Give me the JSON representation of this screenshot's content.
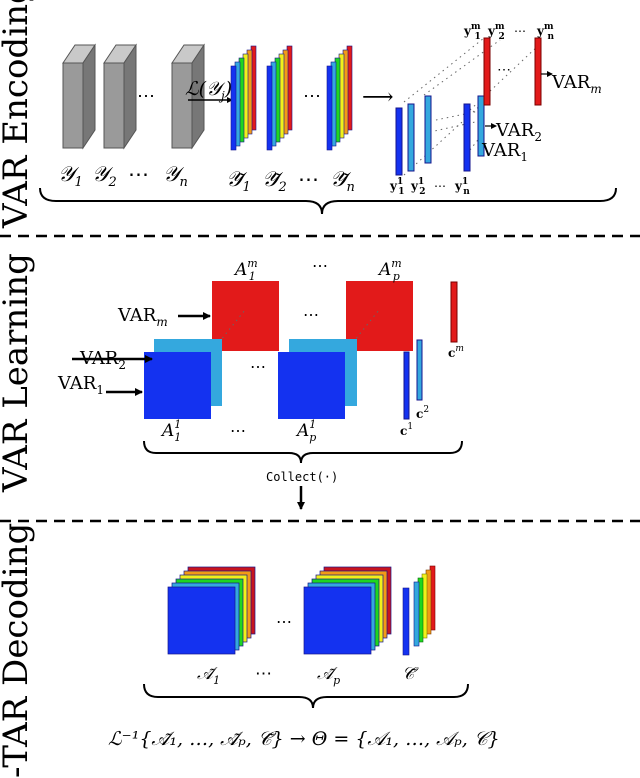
{
  "sections": {
    "encoding": "VAR Encoding",
    "learning": "VAR Learning",
    "decoding": "-TAR Decoding"
  },
  "encoding": {
    "inputs": [
      "𝒴",
      "1",
      "𝒴",
      "2",
      "⋯",
      "𝒴",
      "n"
    ],
    "ellipsis": "⋯",
    "transform": "ℒ(𝒴",
    "transform_sub": "j",
    "transform_close": ")",
    "arrow": "⟶",
    "tilde_inputs": [
      "𝒴̃",
      "1",
      "𝒴̃",
      "2",
      "⋯",
      "𝒴̃",
      "n"
    ],
    "series_top": [
      "𝐲",
      "m",
      "1",
      "𝐲",
      "m",
      "2",
      "⋯",
      "𝐲",
      "m",
      "n"
    ],
    "series_bottom": [
      "𝐲",
      "1",
      "1",
      "𝐲",
      "1",
      "2",
      "⋯",
      "𝐲",
      "1",
      "n"
    ],
    "var_labels": {
      "m_base": "VAR",
      "m_sub": "m",
      "two_base": "VAR",
      "two_sub": "2",
      "one_base": "VAR",
      "one_sub": "1"
    }
  },
  "learning": {
    "top_labels": {
      "a1m": "A",
      "a1m_sub": "1",
      "a1m_sup": "m",
      "apm": "A",
      "apm_sub": "p",
      "apm_sup": "m"
    },
    "bottom_labels": {
      "a11": "A",
      "a11_sub": "1",
      "a11_sup": "1",
      "ap1": "A",
      "ap1_sub": "p",
      "ap1_sup": "1"
    },
    "ellipsis": "⋯",
    "var_labels": {
      "m_base": "VAR",
      "m_sub": "m",
      "two_base": "VAR",
      "two_sub": "2",
      "one_base": "VAR",
      "one_sub": "1"
    },
    "c_labels": {
      "cm": "𝐜",
      "cm_sup": "m",
      "c2": "𝐜",
      "c2_sup": "2",
      "c1": "𝐜",
      "c1_sup": "1"
    },
    "collect": "Collect(·)"
  },
  "decoding": {
    "a1": "𝒜̃",
    "a1_sub": "1",
    "ap": "𝒜̃",
    "ap_sub": "p",
    "c": "𝒞̃",
    "ellipsis": "⋯",
    "formula": "ℒ⁻¹{𝒜̃₁, …, 𝒜̃ₚ, 𝒞̃} → Θ = {𝒜₁, …, 𝒜ₚ, 𝒞}"
  },
  "colors": {
    "gray_slab": "#9a9a9a",
    "blue": "#1432f0",
    "light_blue": "#34a8de",
    "green": "#1fd61f",
    "yellow": "#f1f11a",
    "orange": "#f39b16",
    "red": "#e21a1a",
    "dark_red": "#c8141e",
    "navy": "#14148c"
  }
}
